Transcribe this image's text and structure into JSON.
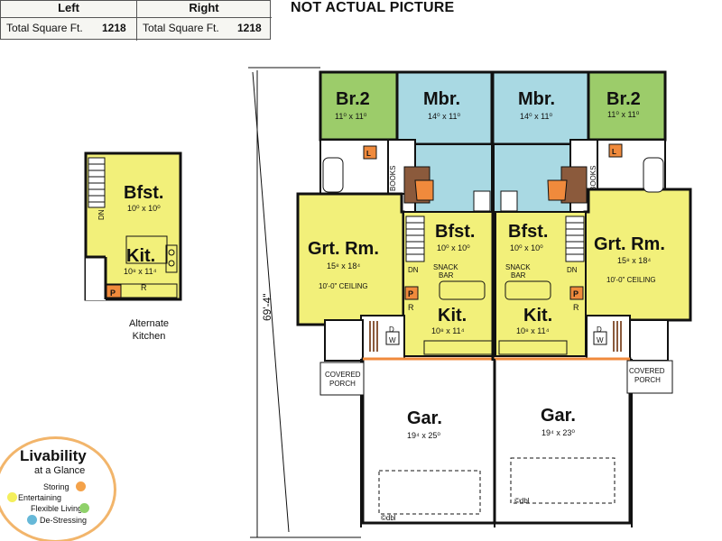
{
  "sqft_table": {
    "left_header": "Left",
    "right_header": "Right",
    "left_label": "Total Square Ft.",
    "left_value": "1218",
    "right_label": "Total Square Ft.",
    "right_value": "1218"
  },
  "notice": "NOT ACTUAL PICTURE",
  "alternate_kitchen": {
    "bfst_label": "Bfst.",
    "bfst_dim": "10⁰ x 10⁰",
    "kit_label": "Kit.",
    "kit_dim": "10⁸ x 11⁴",
    "dn": "DN",
    "p": "P",
    "r": "R",
    "caption_line1": "Alternate",
    "caption_line2": "Kitchen"
  },
  "overall_dimension": "69'-4\"",
  "left_unit": {
    "br2": "Br.2",
    "br2_dim": "11⁰ x 11⁰",
    "mbr": "Mbr.",
    "mbr_dim": "14⁰ x 11⁰",
    "books": "BOOKS",
    "grt_rm": "Grt. Rm.",
    "grt_rm_dim": "15⁸ x 18⁴",
    "ceiling": "10'-0\" CEILING",
    "bfst": "Bfst.",
    "bfst_dim": "10⁰ x 10⁰",
    "snack_bar_1": "SNACK",
    "snack_bar_2": "BAR",
    "kit": "Kit.",
    "kit_dim": "10⁸ x 11⁴",
    "dn": "DN",
    "p": "P",
    "r": "R",
    "l": "L",
    "d": "D",
    "w": "W",
    "covered_porch_1": "COVERED",
    "covered_porch_2": "PORCH",
    "gar": "Gar.",
    "gar_dim": "19⁴ x 25⁰",
    "dbl": "©dbl"
  },
  "right_unit": {
    "br2": "Br.2",
    "br2_dim": "11⁰ x 11⁰",
    "mbr": "Mbr.",
    "mbr_dim": "14⁰ x 11⁰",
    "books": "BOOKS",
    "grt_rm": "Grt. Rm.",
    "grt_rm_dim": "15⁸ x 18⁴",
    "ceiling": "10'-0\" CEILING",
    "bfst": "Bfst.",
    "bfst_dim": "10⁰ x 10⁰",
    "snack_bar_1": "SNACK",
    "snack_bar_2": "BAR",
    "kit": "Kit.",
    "kit_dim": "10⁸ x 11⁴",
    "dn": "DN",
    "p": "P",
    "r": "R",
    "l": "L",
    "d": "D",
    "w": "W",
    "covered_porch_1": "COVERED",
    "covered_porch_2": "PORCH",
    "gar": "Gar.",
    "gar_dim": "19⁴ x 23⁰",
    "dbl": "©dbl"
  },
  "livability": {
    "title": "Livability",
    "subtitle": "at a Glance",
    "items": [
      "Storing",
      "Entertaining",
      "Flexible Living",
      "De-Stressing"
    ]
  },
  "colors": {
    "yellow": "#f2f07a",
    "blue": "#a9d9e3",
    "green": "#9ccc6a",
    "orange": "#f08a3c",
    "wood": "#8b5a3c",
    "badge_orange": "#f4a24a",
    "badge_yellow": "#f4ef5c",
    "badge_green": "#8fd16a",
    "badge_blue": "#66b8d8"
  }
}
